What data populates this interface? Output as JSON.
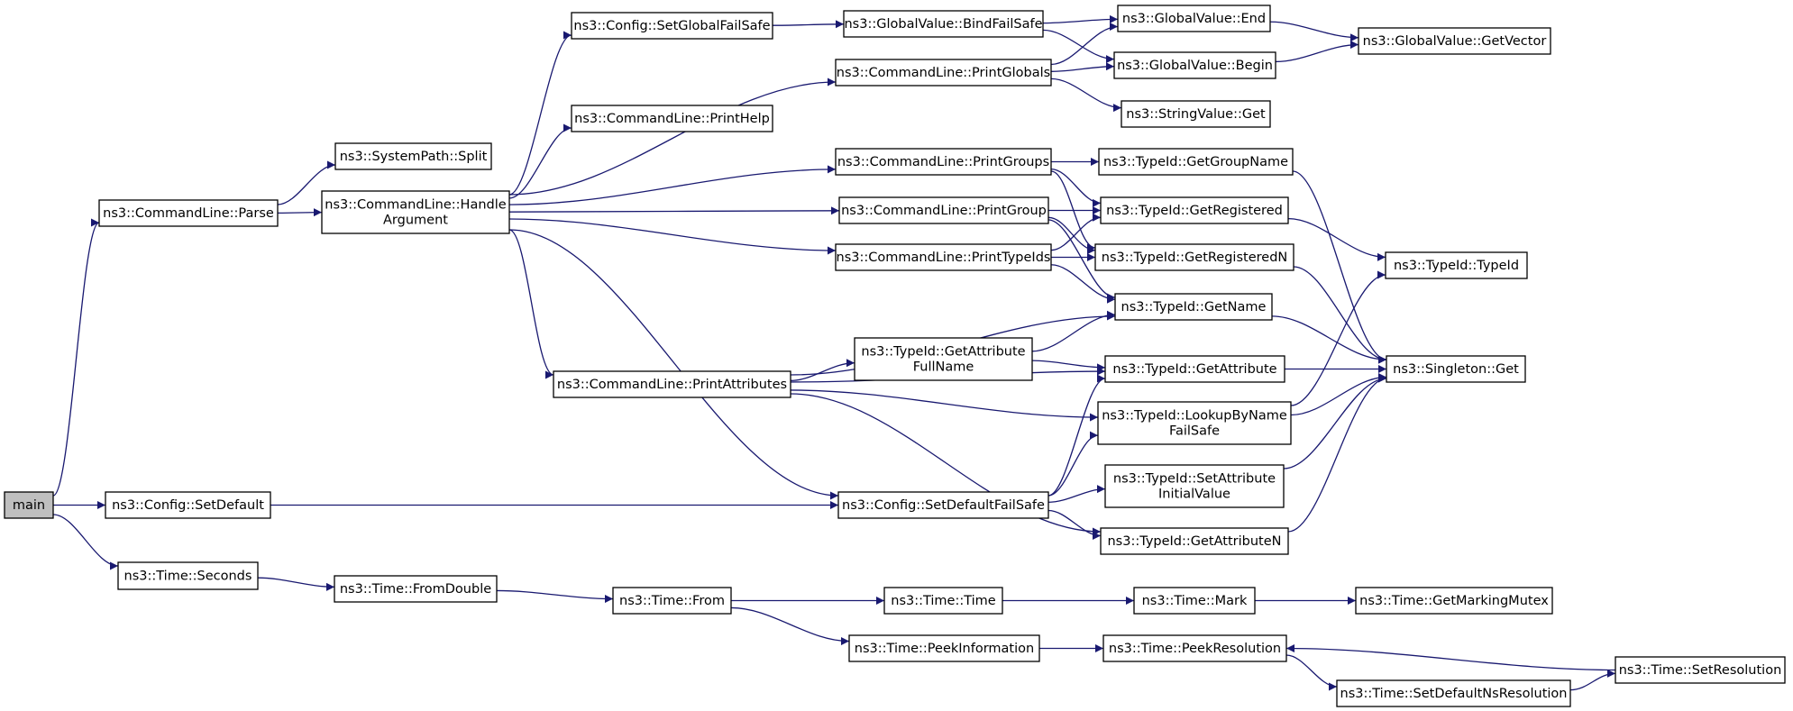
{
  "graph": {
    "title": "",
    "colors": {
      "edge": "#191970",
      "node_fill": "#ffffff",
      "root_fill": "#bfbfbf",
      "node_border": "#000000"
    },
    "nodes": [
      {
        "id": "main",
        "lines": [
          "main"
        ],
        "root": true
      },
      {
        "id": "parse",
        "lines": [
          "ns3::CommandLine::Parse"
        ]
      },
      {
        "id": "setdefault",
        "lines": [
          "ns3::Config::SetDefault"
        ]
      },
      {
        "id": "seconds",
        "lines": [
          "ns3::Time::Seconds"
        ]
      },
      {
        "id": "split",
        "lines": [
          "ns3::SystemPath::Split"
        ]
      },
      {
        "id": "handle",
        "lines": [
          "ns3::CommandLine::Handle",
          "Argument"
        ]
      },
      {
        "id": "setglobalfs",
        "lines": [
          "ns3::Config::SetGlobalFailSafe"
        ]
      },
      {
        "id": "printhelp",
        "lines": [
          "ns3::CommandLine::PrintHelp"
        ]
      },
      {
        "id": "bindfs",
        "lines": [
          "ns3::GlobalValue::BindFailSafe"
        ]
      },
      {
        "id": "printglobals",
        "lines": [
          "ns3::CommandLine::PrintGlobals"
        ]
      },
      {
        "id": "gvend",
        "lines": [
          "ns3::GlobalValue::End"
        ]
      },
      {
        "id": "gvbegin",
        "lines": [
          "ns3::GlobalValue::Begin"
        ]
      },
      {
        "id": "getvector",
        "lines": [
          "ns3::GlobalValue::GetVector"
        ]
      },
      {
        "id": "strget",
        "lines": [
          "ns3::StringValue::Get"
        ]
      },
      {
        "id": "printgroups",
        "lines": [
          "ns3::CommandLine::PrintGroups"
        ]
      },
      {
        "id": "printgroup",
        "lines": [
          "ns3::CommandLine::PrintGroup"
        ]
      },
      {
        "id": "printtypeids",
        "lines": [
          "ns3::CommandLine::PrintTypeIds"
        ]
      },
      {
        "id": "getgroupname",
        "lines": [
          "ns3::TypeId::GetGroupName"
        ]
      },
      {
        "id": "getregistered",
        "lines": [
          "ns3::TypeId::GetRegistered"
        ]
      },
      {
        "id": "getregisteredn",
        "lines": [
          "ns3::TypeId::GetRegisteredN"
        ]
      },
      {
        "id": "typeid",
        "lines": [
          "ns3::TypeId::TypeId"
        ]
      },
      {
        "id": "getname",
        "lines": [
          "ns3::TypeId::GetName"
        ]
      },
      {
        "id": "getattrfull",
        "lines": [
          "ns3::TypeId::GetAttribute",
          "FullName"
        ]
      },
      {
        "id": "getattr",
        "lines": [
          "ns3::TypeId::GetAttribute"
        ]
      },
      {
        "id": "singleton",
        "lines": [
          "ns3::Singleton::Get"
        ]
      },
      {
        "id": "printattrs",
        "lines": [
          "ns3::CommandLine::PrintAttributes"
        ]
      },
      {
        "id": "lookupfs",
        "lines": [
          "ns3::TypeId::LookupByName",
          "FailSafe"
        ]
      },
      {
        "id": "setattrinit",
        "lines": [
          "ns3::TypeId::SetAttribute",
          "InitialValue"
        ]
      },
      {
        "id": "setdefaultfs",
        "lines": [
          "ns3::Config::SetDefaultFailSafe"
        ]
      },
      {
        "id": "getattrn",
        "lines": [
          "ns3::TypeId::GetAttributeN"
        ]
      },
      {
        "id": "fromdouble",
        "lines": [
          "ns3::Time::FromDouble"
        ]
      },
      {
        "id": "from",
        "lines": [
          "ns3::Time::From"
        ]
      },
      {
        "id": "timetime",
        "lines": [
          "ns3::Time::Time"
        ]
      },
      {
        "id": "mark",
        "lines": [
          "ns3::Time::Mark"
        ]
      },
      {
        "id": "getmarkingmutex",
        "lines": [
          "ns3::Time::GetMarkingMutex"
        ]
      },
      {
        "id": "peekinfo",
        "lines": [
          "ns3::Time::PeekInformation"
        ]
      },
      {
        "id": "peekres",
        "lines": [
          "ns3::Time::PeekResolution"
        ]
      },
      {
        "id": "setres",
        "lines": [
          "ns3::Time::SetResolution"
        ]
      },
      {
        "id": "setdefaultns",
        "lines": [
          "ns3::Time::SetDefaultNsResolution"
        ]
      }
    ],
    "edges": [
      [
        "main",
        "parse"
      ],
      [
        "main",
        "setdefault"
      ],
      [
        "main",
        "seconds"
      ],
      [
        "parse",
        "split"
      ],
      [
        "parse",
        "handle"
      ],
      [
        "handle",
        "setglobalfs"
      ],
      [
        "handle",
        "printglobals"
      ],
      [
        "handle",
        "printhelp"
      ],
      [
        "handle",
        "printgroups"
      ],
      [
        "handle",
        "printgroup"
      ],
      [
        "handle",
        "printtypeids"
      ],
      [
        "handle",
        "printattrs"
      ],
      [
        "handle",
        "setdefaultfs"
      ],
      [
        "setglobalfs",
        "bindfs"
      ],
      [
        "bindfs",
        "gvend"
      ],
      [
        "bindfs",
        "gvbegin"
      ],
      [
        "printglobals",
        "gvend"
      ],
      [
        "printglobals",
        "gvbegin"
      ],
      [
        "printglobals",
        "strget"
      ],
      [
        "gvend",
        "getvector"
      ],
      [
        "gvbegin",
        "getvector"
      ],
      [
        "printgroups",
        "getgroupname"
      ],
      [
        "printgroups",
        "getregistered"
      ],
      [
        "printgroups",
        "getregisteredn"
      ],
      [
        "printgroup",
        "getregistered"
      ],
      [
        "printgroup",
        "getregisteredn"
      ],
      [
        "printgroup",
        "getname"
      ],
      [
        "printtypeids",
        "getregistered"
      ],
      [
        "printtypeids",
        "getregisteredn"
      ],
      [
        "printtypeids",
        "getname"
      ],
      [
        "getgroupname",
        "singleton"
      ],
      [
        "getregistered",
        "typeid"
      ],
      [
        "getregisteredn",
        "singleton"
      ],
      [
        "getname",
        "singleton"
      ],
      [
        "printattrs",
        "getname"
      ],
      [
        "printattrs",
        "getattrfull"
      ],
      [
        "printattrs",
        "getattr"
      ],
      [
        "printattrs",
        "lookupfs"
      ],
      [
        "printattrs",
        "getattrn"
      ],
      [
        "getattrfull",
        "getname"
      ],
      [
        "getattrfull",
        "getattr"
      ],
      [
        "getattr",
        "singleton"
      ],
      [
        "lookupfs",
        "typeid"
      ],
      [
        "lookupfs",
        "singleton"
      ],
      [
        "setattrinit",
        "singleton"
      ],
      [
        "getattrn",
        "singleton"
      ],
      [
        "setdefault",
        "setdefaultfs"
      ],
      [
        "setdefaultfs",
        "getattr"
      ],
      [
        "setdefaultfs",
        "lookupfs"
      ],
      [
        "setdefaultfs",
        "setattrinit"
      ],
      [
        "setdefaultfs",
        "getattrn"
      ],
      [
        "seconds",
        "fromdouble"
      ],
      [
        "fromdouble",
        "from"
      ],
      [
        "from",
        "timetime"
      ],
      [
        "from",
        "peekinfo"
      ],
      [
        "timetime",
        "mark"
      ],
      [
        "mark",
        "getmarkingmutex"
      ],
      [
        "peekinfo",
        "peekres"
      ],
      [
        "peekres",
        "setdefaultns"
      ],
      [
        "setdefaultns",
        "setres"
      ],
      [
        "setres",
        "peekres"
      ]
    ]
  }
}
